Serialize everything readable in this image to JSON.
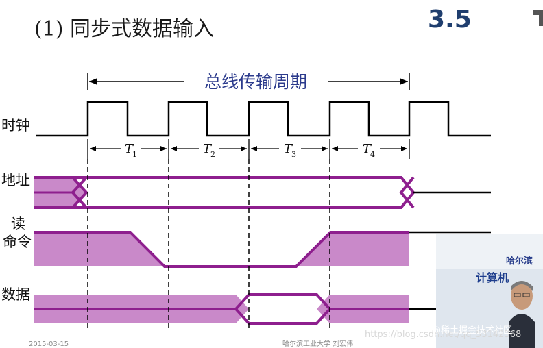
{
  "title": "(1) 同步式数据输入",
  "section_number": "3.5",
  "bus_cycle_label": "总线传输周期",
  "signals": {
    "clock": "时钟",
    "address": "地址",
    "read_cmd_line1": "读",
    "read_cmd_line2": "命令",
    "data": "数据"
  },
  "periods": [
    {
      "letter": "T",
      "sub": "1"
    },
    {
      "letter": "T",
      "sub": "2"
    },
    {
      "letter": "T",
      "sub": "3"
    },
    {
      "letter": "T",
      "sub": "4"
    }
  ],
  "footer": {
    "date": "2015-03-15",
    "university": "哈尔滨工业大学 刘宏伟"
  },
  "watermark": {
    "csdn": "https://blog.csdn.net/qq_53142368",
    "community": "@稀土掘金技术社区"
  },
  "video_inset": {
    "text_line1": "哈尔滨",
    "text_line2": "计算机"
  },
  "colors": {
    "purple": "#8e1f8e",
    "fill": "#c989c9",
    "dash": "#000000"
  }
}
